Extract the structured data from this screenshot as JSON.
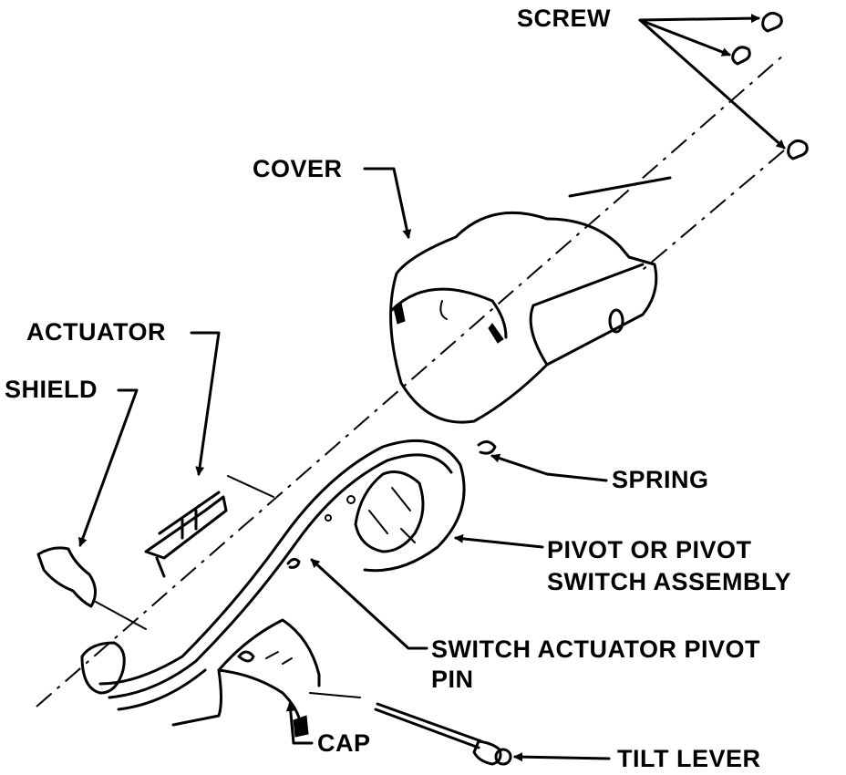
{
  "labels": {
    "screw": "SCREW",
    "cover": "COVER",
    "actuator": "ACTUATOR",
    "shield": "SHIELD",
    "spring": "SPRING",
    "pivot_line1": "PIVOT OR PIVOT",
    "pivot_line2": "SWITCH ASSEMBLY",
    "pin_line1": "SWITCH ACTUATOR PIVOT",
    "pin_line2": "PIN",
    "cap": "CAP",
    "tilt_lever": "TILT LEVER"
  }
}
